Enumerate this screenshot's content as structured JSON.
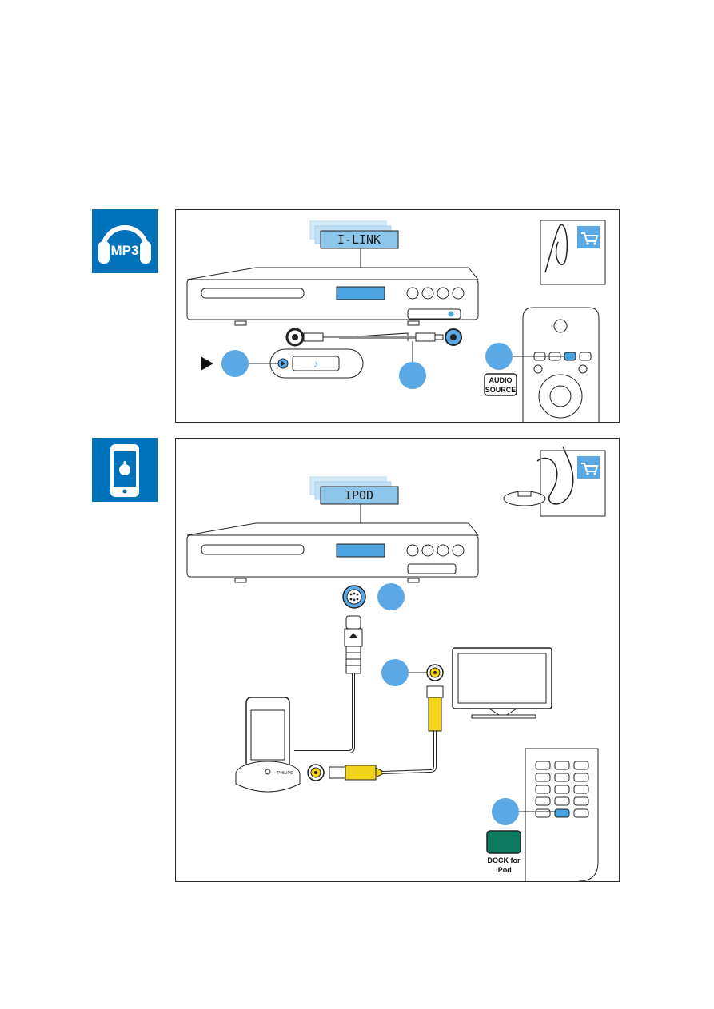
{
  "badges": {
    "mp3": {
      "text": "MP3",
      "icon": "headphones-icon"
    },
    "ipod": {
      "icon": "phone-apple-icon"
    }
  },
  "panel1": {
    "display_text": "I-LINK",
    "button_label_line1": "AUDIO",
    "button_label_line2": "SOURCE"
  },
  "panel2": {
    "display_text": "IPOD",
    "button_label_line1": "DOCK for",
    "button_label_line2": "iPod",
    "dock_brand": "PHILIPS"
  },
  "colors": {
    "brand_blue": "#0072bc",
    "step_circle": "#5aa9e6",
    "lcd_blue": "#4aa3df",
    "dock_green": "#0d7a5f",
    "video_yellow": "#f2d31b"
  }
}
